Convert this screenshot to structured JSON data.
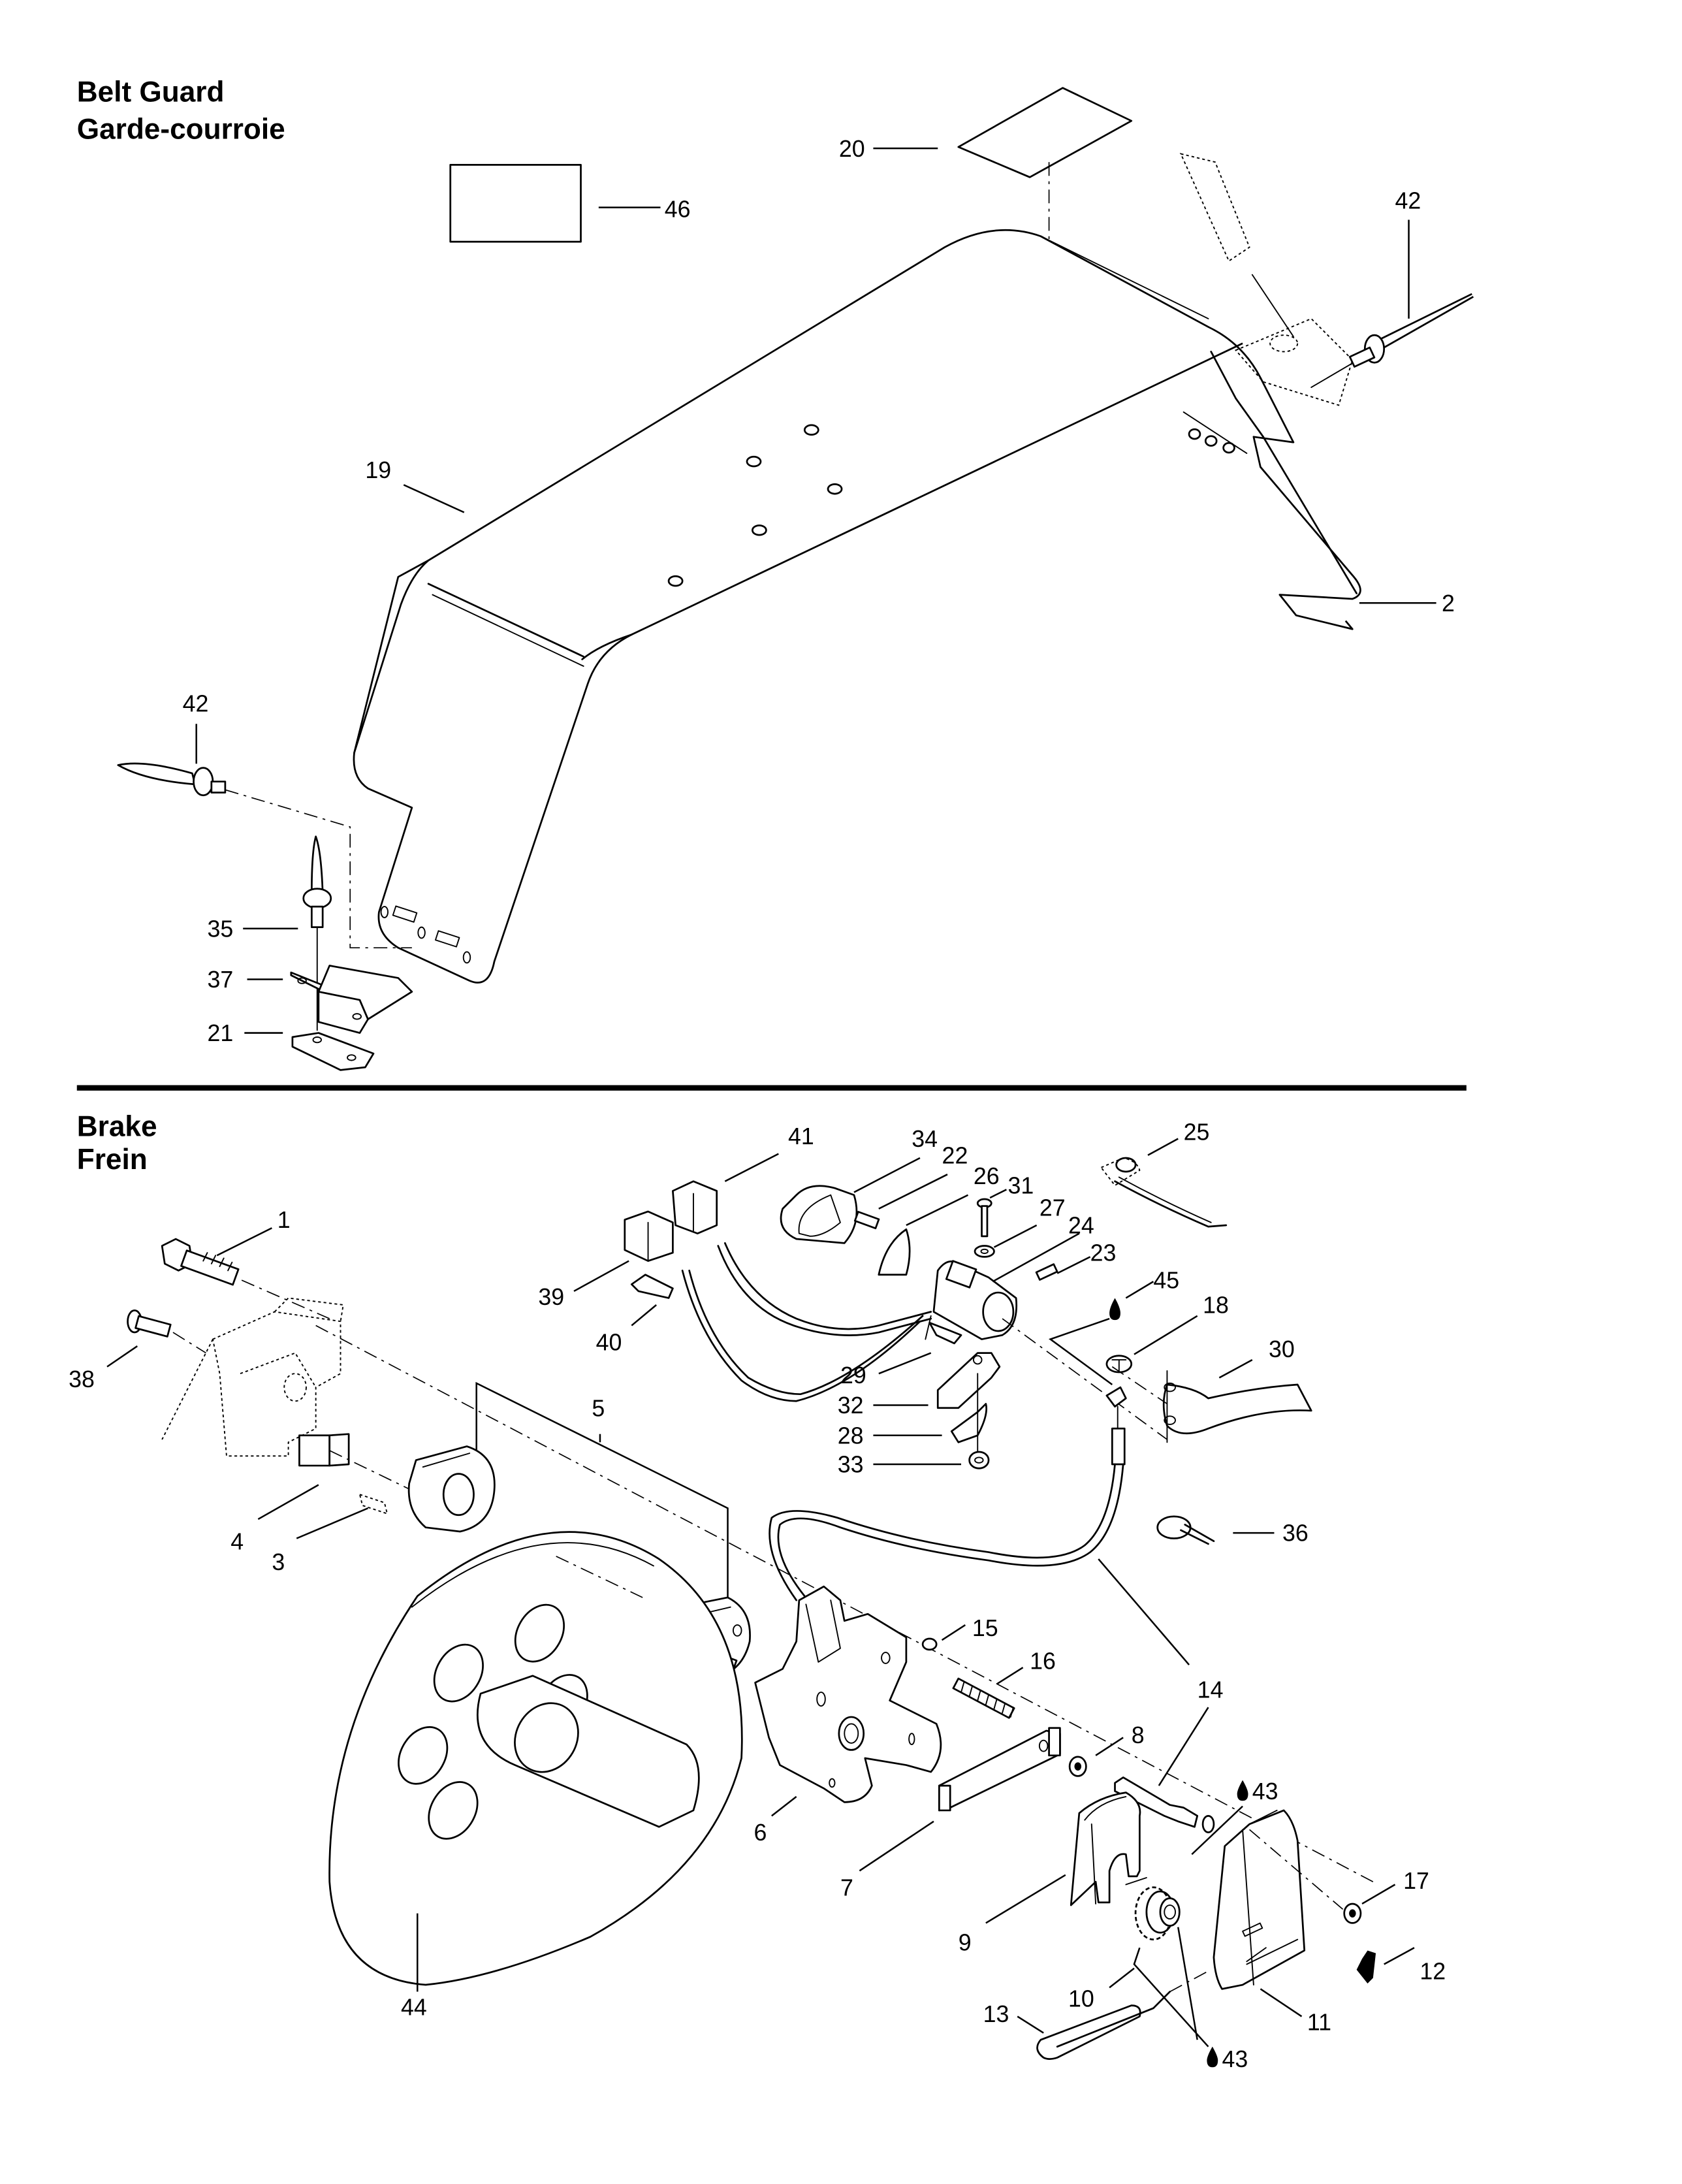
{
  "sections": [
    {
      "id": "belt-guard",
      "title_en": "Belt Guard",
      "title_fr": "Garde-courroie"
    },
    {
      "id": "brake",
      "title_en": "Brake",
      "title_fr": "Frein"
    }
  ],
  "belt_guard_callouts": {
    "c46": "46",
    "c20": "20",
    "c42a": "42",
    "c19": "19",
    "c2": "2",
    "c42b": "42",
    "c35": "35",
    "c37": "37",
    "c21": "21"
  },
  "brake_callouts": {
    "c1": "1",
    "c38": "38",
    "c4": "4",
    "c3": "3",
    "c5": "5",
    "c44": "44",
    "c41": "41",
    "c39": "39",
    "c40": "40",
    "c34": "34",
    "c22": "22",
    "c26": "26",
    "c31": "31",
    "c27": "27",
    "c24": "24",
    "c23": "23",
    "c25": "25",
    "c45": "45",
    "c18": "18",
    "c30": "30",
    "c29": "29",
    "c32": "32",
    "c28": "28",
    "c33": "33",
    "c36": "36",
    "c14": "14",
    "c15": "15",
    "c16": "16",
    "c6": "6",
    "c8": "8",
    "c7": "7",
    "c43a": "43",
    "c17": "17",
    "c9": "9",
    "c10": "10",
    "c12": "12",
    "c11": "11",
    "c13": "13",
    "c43b": "43"
  },
  "icons": {
    "lubricant": "oil-drop-icon"
  }
}
